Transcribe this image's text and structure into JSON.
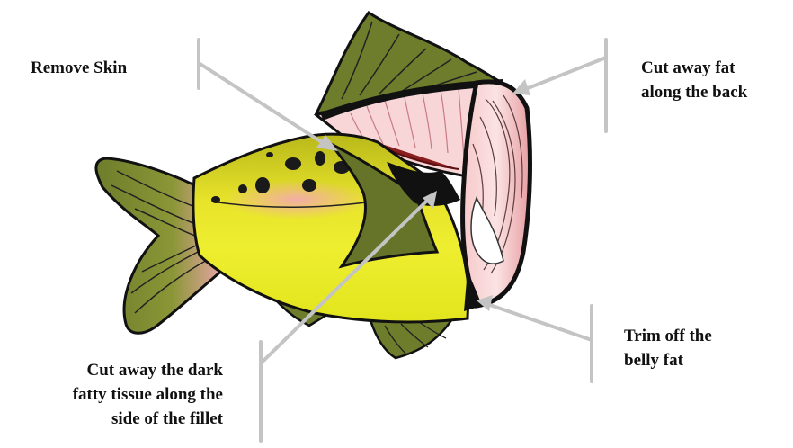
{
  "labels": {
    "remove_skin": "Remove Skin",
    "cut_back": [
      "Cut away fat",
      "along the back"
    ],
    "trim_belly": [
      "Trim off the",
      "belly fat"
    ],
    "dark_tissue": [
      "Cut away the dark",
      "fatty tissue along the",
      "side of the fillet"
    ]
  },
  "colors": {
    "fish_body": "#e6e81c",
    "fin_green": "#6e7d2c",
    "skin_flap": "#66742a",
    "flesh": "#f3b8bd",
    "spot": "#1a1a1a",
    "leader_line": "#c4c4c4"
  }
}
